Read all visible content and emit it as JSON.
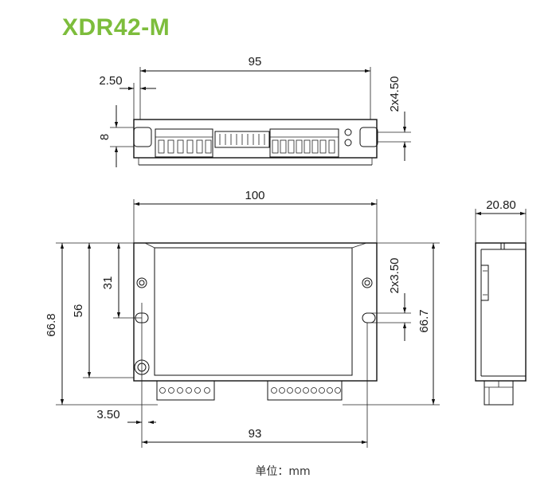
{
  "title": "XDR42-M",
  "colors": {
    "title": "#7dbd3c",
    "lines": "#111111",
    "text": "#1a1a1a"
  },
  "top_view": {
    "overall_width": "95",
    "edge_offset": "2.50",
    "slot_height": "8",
    "slot_note": "2x4.50"
  },
  "front_view": {
    "overall_width": "100",
    "overall_height_left": "66.8",
    "mount_height": "56",
    "upper_height": "31",
    "hole_note": "2x3.50",
    "overall_height_right": "66.7",
    "edge_offset": "3.50",
    "hole_spacing": "93"
  },
  "side_view": {
    "depth": "20.80"
  },
  "unit_label": "单位：mm"
}
